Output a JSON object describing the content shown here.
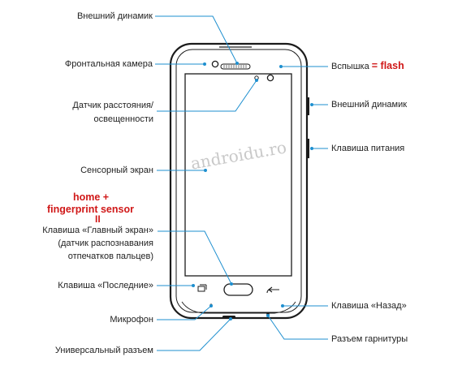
{
  "labels": {
    "external_speaker_top": "Внешний динамик",
    "front_camera": "Фронтальная камера",
    "proximity_sensor_line1": "Датчик расстояния/",
    "proximity_sensor_line2": "освещенности",
    "touch_screen": "Сенсорный экран",
    "home_key_line1": "Клавиша «Главный экран»",
    "home_key_line2": "(датчик распознавания",
    "home_key_line3": "отпечатков пальцев)",
    "recent_key": "Клавиша «Последние»",
    "microphone": "Микрофон",
    "universal_port": "Универсальный разъем",
    "flash_prefix": "Вспышка",
    "external_speaker_side": "Внешний динамик",
    "power_key": "Клавиша питания",
    "back_key": "Клавиша «Назад»",
    "headset_jack": "Разъем гарнитуры"
  },
  "annotations": {
    "flash_eq": "= flash",
    "home_line1": "home +",
    "home_line2": "fingerprint sensor",
    "home_line3": "II"
  },
  "watermark": "androidu.ro",
  "colors": {
    "leader": "#1e8fcf",
    "dot": "#1e8fcf",
    "outline": "#1b1b1b",
    "annotation": "#d01818",
    "watermark": "#c9c9c9"
  }
}
